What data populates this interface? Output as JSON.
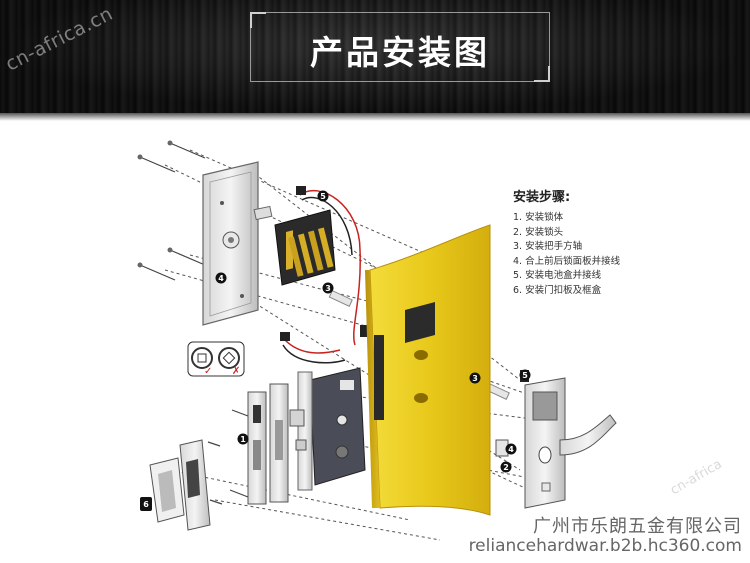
{
  "header": {
    "watermark": "cn-africa.cn",
    "title": "产品安装图"
  },
  "instructions": {
    "title": "安装步骤:",
    "steps": [
      "1. 安装锁体",
      "2. 安装锁头",
      "3. 安装把手方轴",
      "4. 合上前后锁面板并接线",
      "5. 安装电池盒并接线",
      "6. 安装门扣板及框盒"
    ]
  },
  "callouts": {
    "c1": "1",
    "c2": "2",
    "c3a": "3",
    "c3b": "3",
    "c4a": "4",
    "c4b": "4",
    "c5a": "5",
    "c5b": "5",
    "c6": "6",
    "check": "✓",
    "cross": "✗"
  },
  "footer": {
    "company": "广州市乐朗五金有限公司",
    "website": "reliancehardwar.b2b.hc360.com",
    "faint_watermark": "cn-africa"
  },
  "colors": {
    "door": "#e8c81a",
    "door_dark": "#c9a40e",
    "lock_body": "#4a4d57",
    "header_bg": "#161616",
    "wire_red": "#c8231f"
  }
}
